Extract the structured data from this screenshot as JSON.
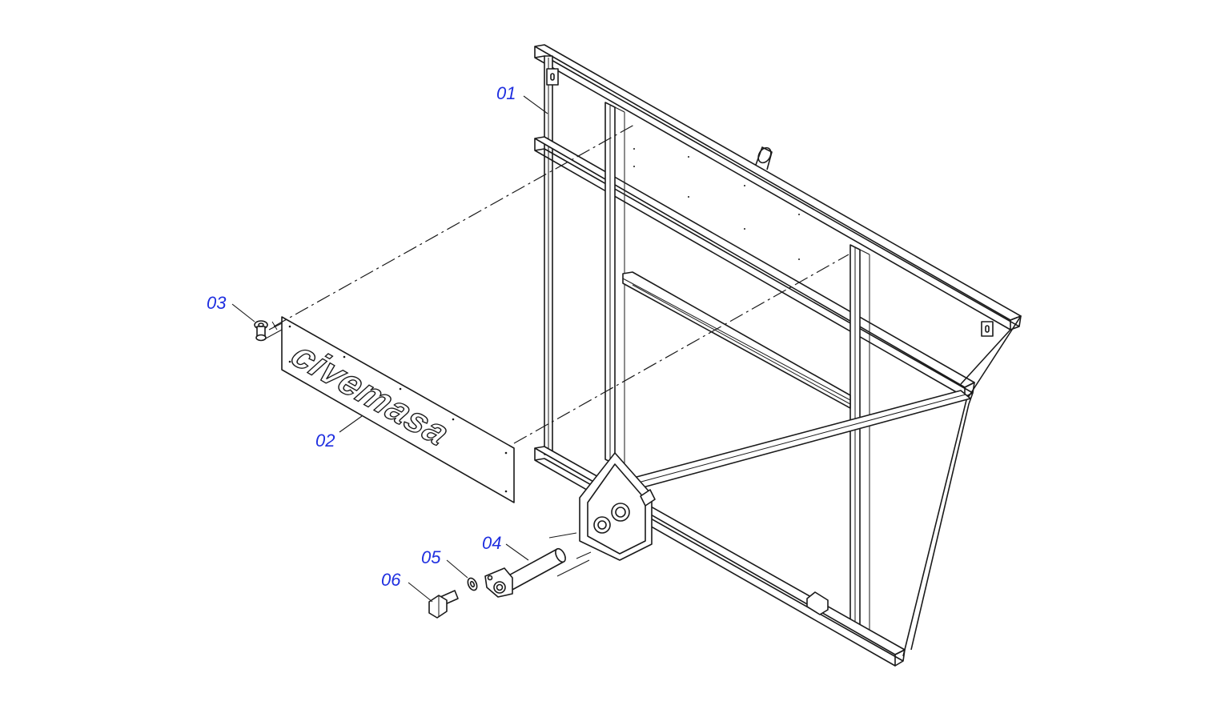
{
  "diagram": {
    "parts": [
      {
        "id": "01",
        "label": "01",
        "name": "frame"
      },
      {
        "id": "02",
        "label": "02",
        "name": "logo-plate"
      },
      {
        "id": "03",
        "label": "03",
        "name": "spacer"
      },
      {
        "id": "04",
        "label": "04",
        "name": "pin"
      },
      {
        "id": "05",
        "label": "05",
        "name": "washer"
      },
      {
        "id": "06",
        "label": "06",
        "name": "bolt"
      }
    ],
    "plate_logo_text": "civemasa",
    "label_color": "#1f2fe0",
    "line_color": "#1a1a1a"
  }
}
